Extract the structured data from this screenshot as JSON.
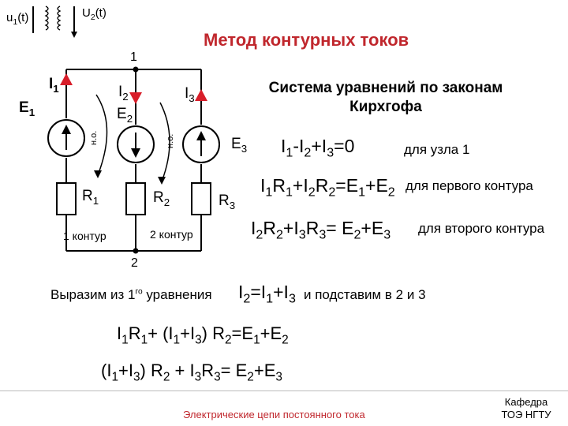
{
  "slide": {
    "title": "Метод контурных токов",
    "system_heading_line1": "Система уравнений по законам",
    "system_heading_line2": "Кирхгофа"
  },
  "circuit": {
    "u1": "u",
    "u1_sub": "1",
    "u1_rest": "(t)",
    "u2": "U",
    "u2_sub": "2",
    "u2_rest": "(t)",
    "node_top": "1",
    "node_bottom": "2",
    "i1": "I",
    "i1_sub": "1",
    "i2": "I",
    "i2_sub": "2",
    "i3": "I",
    "i3_sub": "3",
    "e1": "E",
    "e1_sub": "1",
    "e2": "E",
    "e2_sub": "2",
    "e3": "E",
    "e3_sub": "3",
    "r1": "R",
    "r1_sub": "1",
    "r2": "R",
    "r2_sub": "2",
    "r3": "R",
    "r3_sub": "3",
    "loop_dir": "н.о.",
    "loop1": "1 контур",
    "loop2": "2 контур"
  },
  "equations": {
    "eq1": {
      "a": "I",
      "a_sub": "1",
      "b": "-I",
      "b_sub": "2",
      "c": "+I",
      "c_sub": "3",
      "d": "=0"
    },
    "eq1_note": "для узла 1",
    "eq2": {
      "a": "I",
      "a_sub": "1",
      "b": "R",
      "b_sub": "1",
      "c": "+I",
      "c_sub": "2",
      "d": "R",
      "d_sub": "2",
      "e": "=E",
      "e_sub": "1",
      "f": "+E",
      "f_sub": "2"
    },
    "eq2_note": "для первого контура",
    "eq3": {
      "a": "I",
      "a_sub": "2",
      "b": "R",
      "b_sub": "2",
      "c": "+I",
      "c_sub": "3",
      "d": "R",
      "d_sub": "3",
      "e": "= E",
      "e_sub": "2",
      "f": "+E",
      "f_sub": "3"
    },
    "eq3_note": "для второго контура"
  },
  "substitution": {
    "prefix": "Выразим из 1",
    "prefix_sup": "го",
    "prefix_rest": " уравнения",
    "expr": {
      "a": "I",
      "a_sub": "2",
      "b": "=I",
      "b_sub": "1",
      "c": "+I",
      "c_sub": "3"
    },
    "suffix": "и подставим  в 2 и  3"
  },
  "result": {
    "line1": {
      "a": "I",
      "a_sub": "1",
      "b": "R",
      "b_sub": "1",
      "c": "+ (I",
      "c_sub": "1",
      "d": "+I",
      "d_sub": "3",
      "e": ") R",
      "e_sub": "2",
      "f": "=E",
      "f_sub": "1",
      "g": "+E",
      "g_sub": "2"
    },
    "line2": {
      "a": "(I",
      "a_sub": "1",
      "b": "+I",
      "b_sub": "3",
      "c": ") R",
      "c_sub": "2",
      "d": " + I",
      "d_sub": "3",
      "e": "R",
      "e_sub": "3",
      "f": "= E",
      "f_sub": "2",
      "g": "+E",
      "g_sub": "3"
    }
  },
  "footer": {
    "center": "Электрические цепи постоянного тока",
    "right_line1": "Кафедра",
    "right_line2": "ТОЭ НГТУ"
  },
  "colors": {
    "title": "#c0272d",
    "current_arrow": "#d81e2a",
    "footer_text": "#c0272d"
  }
}
